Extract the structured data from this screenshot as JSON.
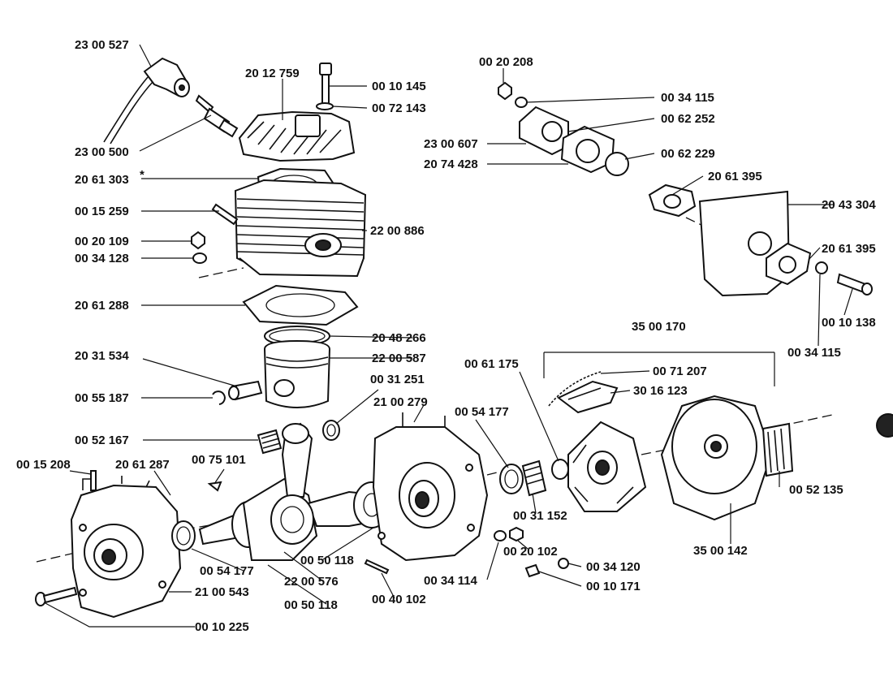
{
  "diagram": {
    "labels": {
      "cap": "23 00 527",
      "plug": "23 00 500",
      "head": "20 12 759",
      "bolt_head": "00 10 145",
      "washer_head": "00 72 143",
      "gasket_head": "20 61 303",
      "asterisk": "*",
      "stud": "00 15 259",
      "nut": "00 20 109",
      "washer_nut": "00 34 128",
      "cylinder": "22 00 886",
      "gasket_base": "20 61 288",
      "ring": "20 48 266",
      "piston": "22 00 587",
      "pin": "20 31 534",
      "clip": "00 55 187",
      "bearing_small": "00 31 251",
      "needle": "00 52 167",
      "case_stud": "00 15 208",
      "case_gasket": "20 61 287",
      "key": "00 75 101",
      "seal_left": "00 54 177",
      "case_left": "21 00 543",
      "screw_case": "00 10 225",
      "crank": "22 00 576",
      "bearing_left": "00 50 118",
      "bearing_right": "00 50 118",
      "case_right": "21 00 279",
      "dowel": "00 40 102",
      "washer_case": "00 34 114",
      "nut_case": "00 20 102",
      "seal_right": "00 54 177",
      "spring": "00 61 175",
      "sleeve": "00 31 152",
      "clutch_group": "35 00 170",
      "clutch_spring": "00 71 207",
      "shoe": "30 16 123",
      "drum": "35 00 142",
      "needle_drum": "00 52 135",
      "washer_clutch": "00 34 120",
      "screw_clutch": "00 10 171",
      "nut_top": "00 20 208",
      "washer_top": "00 34 115",
      "intake_flange": "23 00 607",
      "intake_gasket": "20 74 428",
      "oring1": "00 62 252",
      "oring2": "00 62 229",
      "gasket_ins1": "20 61 395",
      "shield": "20 43 304",
      "gasket_ins2": "20 61 395",
      "washer_right": "00 34 115",
      "screw_right": "00 10 138"
    }
  }
}
